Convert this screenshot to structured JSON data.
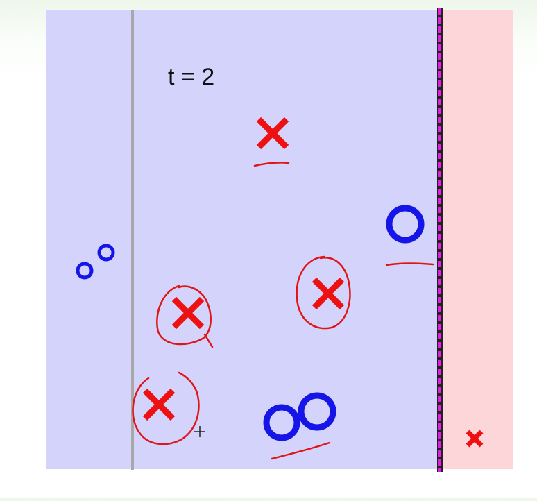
{
  "label": "t = 2",
  "colors": {
    "blue_region": "#d3d3fb",
    "pink_region": "#fcd6d8",
    "gray_line": "#a8a8a8",
    "boundary_magenta": "#e21ce0",
    "boundary_dark": "#222222",
    "circle_blue": "#1515e8",
    "cross_red": "#ee1111",
    "annotation_red": "#e01515"
  },
  "icons": [
    "cross-mark",
    "circle-mark",
    "cursor-plus-icon"
  ]
}
